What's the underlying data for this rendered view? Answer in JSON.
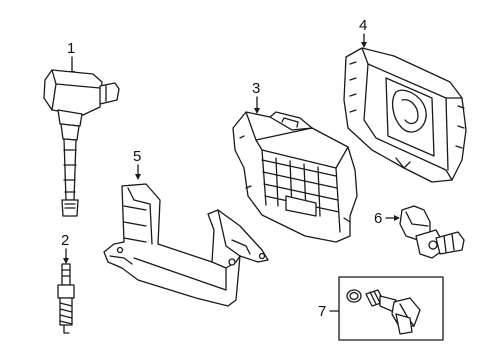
{
  "diagram": {
    "callouts": [
      {
        "id": "1",
        "label": "1"
      },
      {
        "id": "2",
        "label": "2"
      },
      {
        "id": "3",
        "label": "3"
      },
      {
        "id": "4",
        "label": "4"
      },
      {
        "id": "5",
        "label": "5"
      },
      {
        "id": "6",
        "label": "6"
      },
      {
        "id": "7",
        "label": "7"
      }
    ],
    "parts": [
      {
        "callout": "1",
        "name": "ignition-coil"
      },
      {
        "callout": "2",
        "name": "spark-plug"
      },
      {
        "callout": "3",
        "name": "engine-control-module"
      },
      {
        "callout": "4",
        "name": "ecm-bracket-cover"
      },
      {
        "callout": "5",
        "name": "mounting-bracket"
      },
      {
        "callout": "6",
        "name": "sensor"
      },
      {
        "callout": "7",
        "name": "sensor-with-o-ring"
      }
    ],
    "colors": {
      "line": "#1a1a1a",
      "background": "#ffffff"
    }
  }
}
